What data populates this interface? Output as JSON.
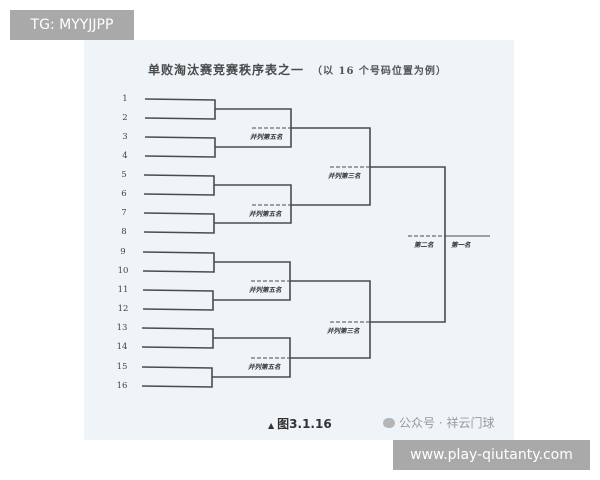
{
  "watermarks": {
    "top_left": "TG: MYYJJPP",
    "bottom_right": "www.play-qiutanty.com"
  },
  "figure": {
    "title": "单败淘汰赛竞赛秩序表之一",
    "subtitle": "（以 16 个号码位置为例）",
    "caption_arrow": "▲",
    "caption": "图3.1.16",
    "source": "公众号 · 祥云门球"
  },
  "bracket": {
    "seeds": [
      "1",
      "2",
      "3",
      "4",
      "5",
      "6",
      "7",
      "8",
      "9",
      "10",
      "11",
      "12",
      "13",
      "14",
      "15",
      "16"
    ],
    "quarterfinal_labels": [
      "并列第五名",
      "并列第五名",
      "并列第五名",
      "并列第五名"
    ],
    "semifinal_labels": [
      "并列第三名",
      "并列第三名"
    ],
    "final_labels": {
      "runner_up": "第二名",
      "winner": "第一名"
    }
  }
}
